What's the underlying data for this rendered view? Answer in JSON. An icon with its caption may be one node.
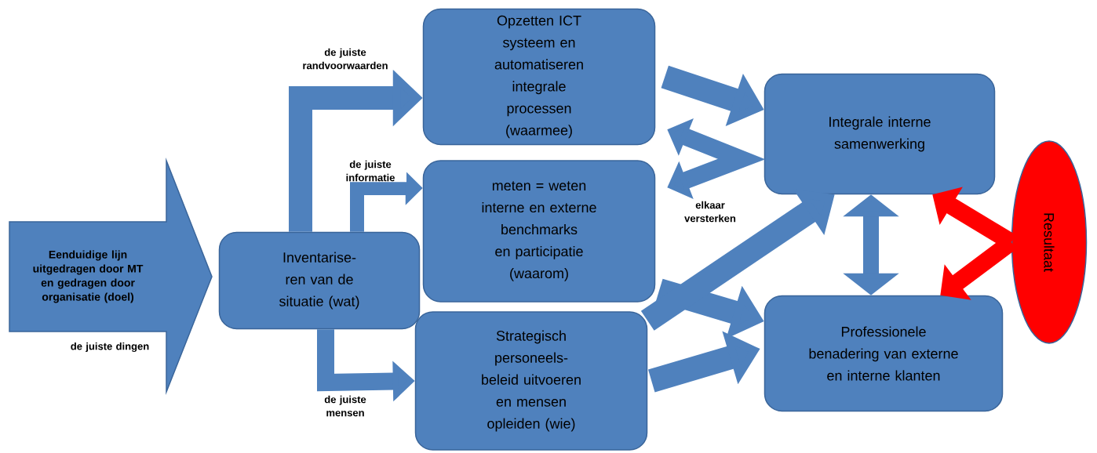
{
  "diagram": {
    "nodes": [
      {
        "text": [
          "Eenduidige lijn uitgedragen door MT en gedragen door organisatie (doel)"
        ],
        "beside": [
          "de juiste dingen"
        ]
      },
      {
        "text": [
          "Inventarise- ren van de situatie (wat)"
        ]
      },
      {
        "text": [
          "Opzetten ICT systeem en automatiseren integrale processen (waarmee)"
        ]
      },
      {
        "text": [
          "meten = weten interne en externe benchmarks en participatie (waarom)"
        ]
      },
      {
        "text": [
          "Strategisch personeels- beleid uitvoeren en mensen opleiden (wie)"
        ]
      },
      {
        "text": [
          "Integrale interne samenwerking"
        ]
      },
      {
        "text": [
          "Professionele benadering van externe en interne klanten"
        ]
      },
      {
        "text": [
          "Resultaat"
        ]
      }
    ],
    "edges": [
      {
        "from": 1,
        "to": 2,
        "arrow": "to",
        "label": "de juiste randvoorwaarden"
      },
      {
        "from": 1,
        "to": 3,
        "arrow": "to",
        "label": "de juiste informatie"
      },
      {
        "from": 1,
        "to": 4,
        "arrow": "to",
        "label": "de juiste mensen"
      },
      {
        "from": 2,
        "to": 3,
        "arrow": "both",
        "label": "elkaar versterken"
      },
      {
        "from": 2,
        "to": 5,
        "arrow": "to"
      },
      {
        "from": 3,
        "to": 6,
        "arrow": "to"
      },
      {
        "from": 4,
        "to": 5,
        "arrow": "to"
      },
      {
        "from": 4,
        "to": 6,
        "arrow": "to"
      },
      {
        "from": 5,
        "to": 6,
        "arrow": "both"
      },
      {
        "from": 7,
        "to": 5,
        "arrow": "to",
        "color": "#ff0000"
      },
      {
        "from": 7,
        "to": 6,
        "arrow": "to",
        "color": "#ff0000"
      }
    ]
  }
}
